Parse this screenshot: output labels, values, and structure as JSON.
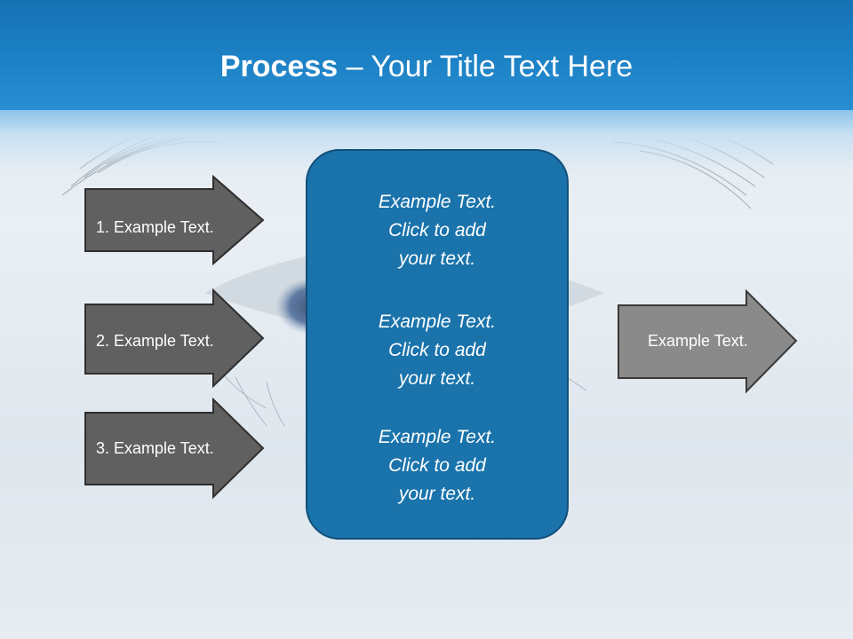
{
  "title": {
    "bold": "Process",
    "rest": " – Your Title Text Here"
  },
  "left_arrows": [
    {
      "label": "1. Example Text."
    },
    {
      "label": "2. Example Text."
    },
    {
      "label": "3. Example Text."
    }
  ],
  "center_box": {
    "blocks": [
      {
        "line1": "Example Text.",
        "line2": "Click  to add",
        "line3": "your text."
      },
      {
        "line1": "Example Text.",
        "line2": "Click  to add",
        "line3": "your text."
      },
      {
        "line1": "Example Text.",
        "line2": "Click  to add",
        "line3": "your text."
      }
    ]
  },
  "right_arrow": {
    "label": "Example Text."
  },
  "colors": {
    "header_blue": "#1b7fc3",
    "center_box_blue": "#1a73ab",
    "left_arrow_fill": "#606060",
    "right_arrow_fill": "#8a8a8a"
  }
}
